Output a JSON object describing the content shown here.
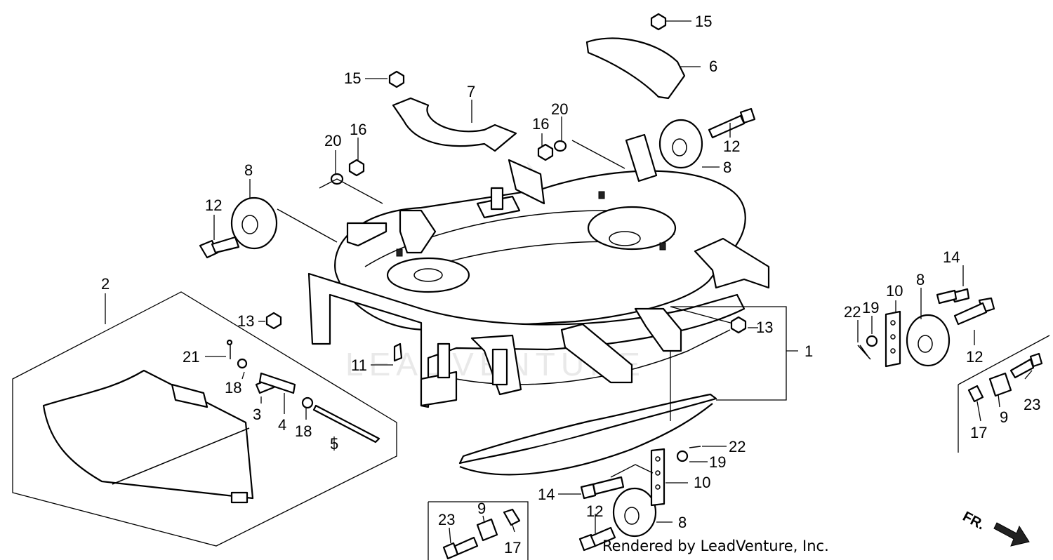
{
  "credit": "Rendered by LeadVenture, Inc.",
  "watermark": "LEADVENTURE",
  "direction_label": "FR.",
  "callouts": {
    "c1": "1",
    "c2": "2",
    "c3": "3",
    "c4": "4",
    "c5": "5",
    "c6": "6",
    "c7": "7",
    "c8a": "8",
    "c8b": "8",
    "c8c": "8",
    "c8d": "8",
    "c9a": "9",
    "c9b": "9",
    "c10a": "10",
    "c10b": "10",
    "c11": "11",
    "c12a": "12",
    "c12b": "12",
    "c12c": "12",
    "c12d": "12",
    "c13a": "13",
    "c13b": "13",
    "c14a": "14",
    "c14b": "14",
    "c15a": "15",
    "c15b": "15",
    "c16a": "16",
    "c16b": "16",
    "c17a": "17",
    "c17b": "17",
    "c18a": "18",
    "c18b": "18",
    "c19a": "19",
    "c19b": "19",
    "c20a": "20",
    "c20b": "20",
    "c21": "21",
    "c22a": "22",
    "c22b": "22",
    "c23a": "23",
    "c23b": "23"
  }
}
